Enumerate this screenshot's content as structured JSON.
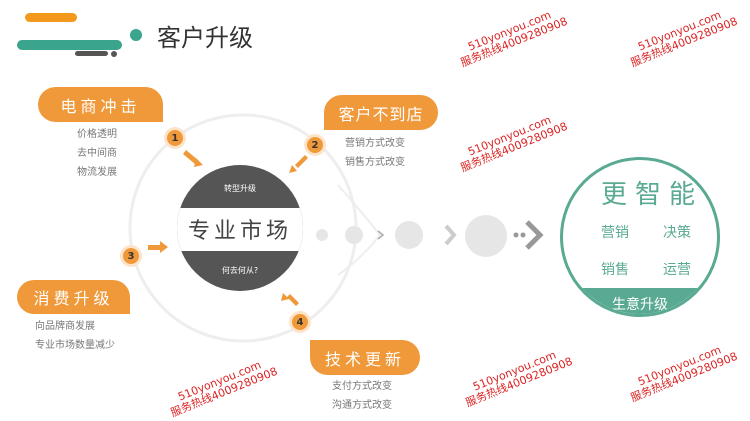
{
  "header": {
    "title": "客户升级"
  },
  "center": {
    "top": "转型升级",
    "main": "专业市场",
    "bottom": "何去何从?"
  },
  "sections": [
    {
      "num": "1",
      "title": "电商冲击",
      "items": [
        "价格透明",
        "去中间商",
        "物流发展"
      ]
    },
    {
      "num": "2",
      "title": "客户不到店",
      "items": [
        "营销方式改变",
        "销售方式改变"
      ]
    },
    {
      "num": "3",
      "title": "消费升级",
      "items": [
        "向品牌商发展",
        "专业市场数量减少"
      ]
    },
    {
      "num": "4",
      "title": "技术更新",
      "items": [
        "支付方式改变",
        "沟通方式改变"
      ]
    }
  ],
  "result": {
    "title": "更智能",
    "items": [
      "营销",
      "决策",
      "销售",
      "运营"
    ],
    "footer": "生意升级"
  },
  "watermark": {
    "line1": "510yonyou.com",
    "line2": "服务热线4009280908"
  },
  "colors": {
    "orange": "#f0993a",
    "green": "#5aa993",
    "dark": "#555555"
  }
}
